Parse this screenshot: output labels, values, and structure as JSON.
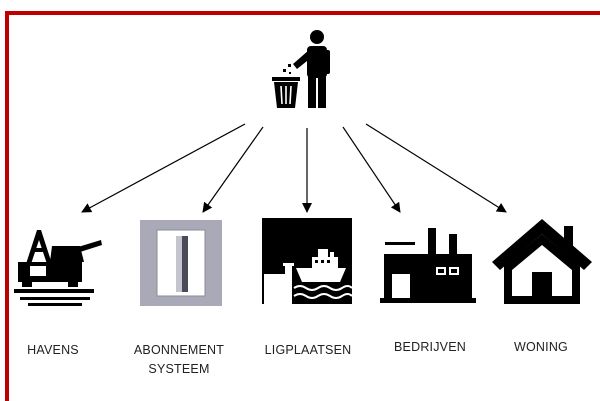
{
  "diagram": {
    "source": {
      "icon": "person-throwing-trash-in-bin-icon"
    },
    "targets": [
      {
        "id": "havens",
        "icon": "port-crane-icon",
        "lines": [
          "HAVENS"
        ]
      },
      {
        "id": "abonnement",
        "icon": "subscription-card-icon",
        "lines": [
          "ABONNEMENT",
          "SYSTEEM"
        ]
      },
      {
        "id": "ligplaatsen",
        "icon": "ship-at-berth-icon",
        "lines": [
          "LIGPLAATSEN"
        ]
      },
      {
        "id": "bedrijven",
        "icon": "factory-icon",
        "lines": [
          "BEDRIJVEN"
        ]
      },
      {
        "id": "woning",
        "icon": "house-icon",
        "lines": [
          "WONING"
        ]
      }
    ]
  },
  "colors": {
    "frame": "#c00000",
    "icon": "#000000",
    "card_gray": "#a9a9b8",
    "text": "#222222"
  }
}
